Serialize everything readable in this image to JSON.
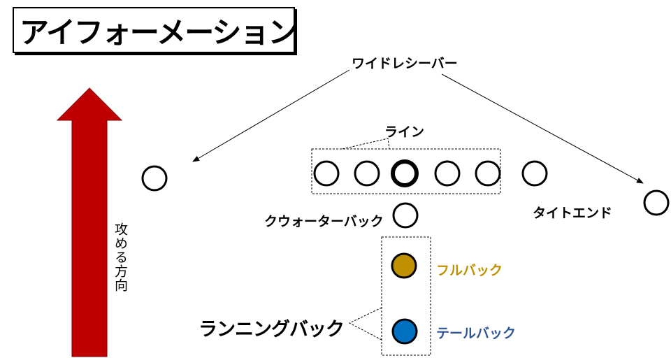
{
  "title": "アイフォーメーション",
  "direction_label": "攻める方向",
  "labels": {
    "wide_receiver": "ワイドレシーバー",
    "line": "ライン",
    "tight_end": "タイトエンド",
    "quarterback": "クウォーターバック",
    "fullback": "フルバック",
    "tailback": "テールバック",
    "running_back": "ランニングバック"
  },
  "colors": {
    "arrow": "#c00000",
    "fullback": "#bf9000",
    "tailback": "#0070c0",
    "fullback_text": "#bf9000",
    "tailback_text": "#2f5597"
  }
}
